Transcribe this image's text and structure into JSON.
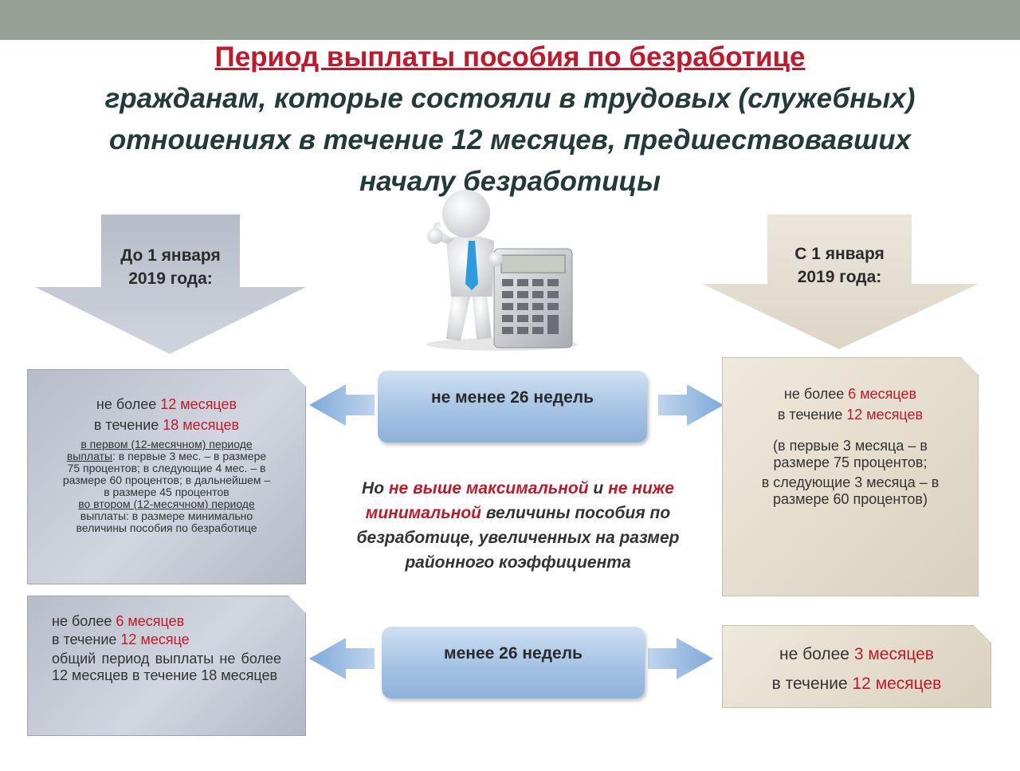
{
  "title": "Период выплаты пособия по безработице",
  "subtitle": {
    "line1": "гражданам, которые состояли в трудовых (служебных)",
    "line2": "отношениях в течение 12 месяцев, предшествовавших",
    "line3": "началу безработицы"
  },
  "before": {
    "label_line1": "До 1 января",
    "label_line2": "2019 года:"
  },
  "after": {
    "label_line1": "С 1 января",
    "label_line2": "2019 года:"
  },
  "box_gray_top": {
    "l1_pre": "не более ",
    "l1_red": "12 месяцев",
    "l2_pre": "в течение ",
    "l2_red": "18 месяцев",
    "p1_under": "в первом (12-месячном) периоде выплаты",
    "p1_rest": ": в первые 3 мес. – в размере 75 процентов; в следующие 4 мес. – в размере 60 процентов; в дальнейшем – в размере 45 процентов",
    "p2_under": "во втором (12-месячном) периоде",
    "p2_rest": "выплаты: в размере минимально величины пособия по безработице"
  },
  "box_gray_bottom": {
    "l1_pre": "не более ",
    "l1_red": "6 месяцев",
    "l2_pre": "в течение ",
    "l2_red": "12 месяце",
    "l3": "общий период выплаты не более 12 месяцев в течение 18 месяцев"
  },
  "box_beige_top": {
    "l1_pre": "не более ",
    "l1_red": "6 месяцев",
    "l2_pre": "в течение ",
    "l2_red": "12 месяцев",
    "p1": "(в первые 3 месяца – в размере 75 процентов;",
    "p2": "в следующие 3 месяца – в размере 60 процентов)"
  },
  "box_beige_bottom": {
    "l1_pre": "не более ",
    "l1_red": "3 месяцев",
    "l2_pre": "в течение ",
    "l2_red": "12 месяцев"
  },
  "blue_top": "не менее 26 недель",
  "blue_bottom": "менее 26 недель",
  "middle_note": {
    "w1": "Но ",
    "r1": "не выше максимальной",
    "w2": " и ",
    "r2": "не ниже минимальной",
    "w3": " величины пособия по безработице, увеличенных на размер районного коэффициента"
  },
  "colors": {
    "accent_red": "#c0192b",
    "topbar": "#95a196",
    "gray_arrow": "#c5c9d3",
    "beige_arrow": "#e4ded2",
    "blue_arrow": "#8eb6e0"
  },
  "icons": [
    "down-arrow-icon",
    "left-arrow-icon",
    "right-arrow-icon",
    "man-with-calculator-icon"
  ]
}
